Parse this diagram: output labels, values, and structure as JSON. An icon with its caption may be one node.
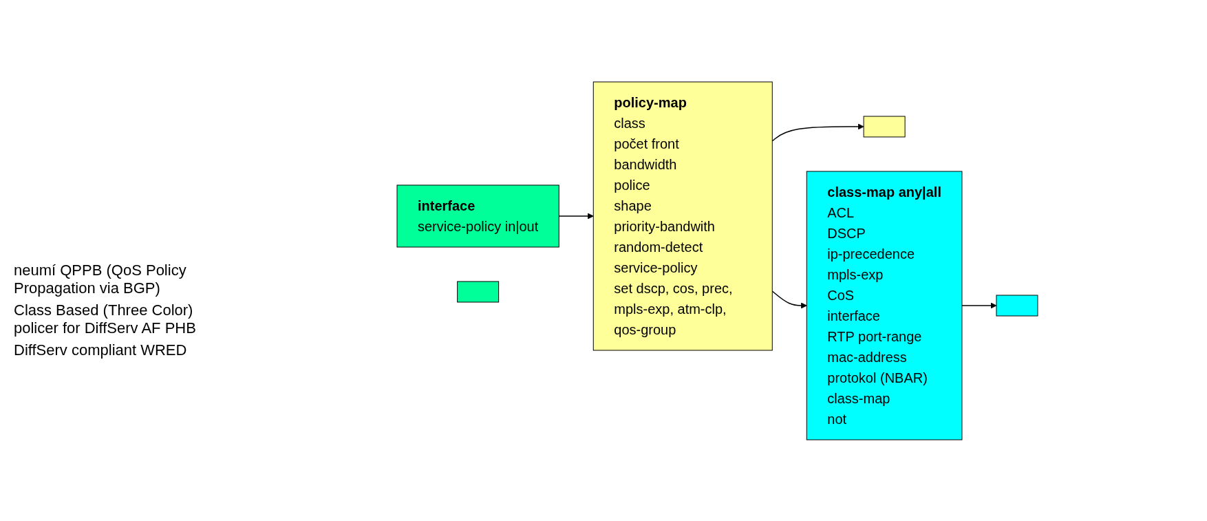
{
  "diagram": {
    "nodes": [
      {
        "text": [
          "interface",
          "service-policy in|out"
        ]
      },
      {
        "text": [],
        "shape": "box"
      },
      {
        "text": [
          "policy-map",
          "class",
          "počet front",
          "bandwidth",
          "police",
          "shape",
          "priority-bandwith",
          "random-detect",
          "service-policy",
          "set dscp, cos, prec, mpls-exp, atm-clp, qos-group"
        ]
      },
      {
        "text": [],
        "shape": "box"
      },
      {
        "text": [
          "class-map any|all",
          "ACL",
          "DSCP",
          "ip-precedence",
          "mpls-exp",
          "CoS",
          "interface",
          "RTP port-range",
          "mac-address",
          "protokol (NBAR)",
          "class-map",
          "not"
        ]
      },
      {
        "text": [],
        "shape": "box"
      }
    ],
    "edges": [
      {
        "from": 0,
        "to": 2,
        "arrow": "to"
      },
      {
        "from": 2,
        "to": 4,
        "arrow": "to"
      },
      {
        "from": 2,
        "to": 3,
        "arrow": "to"
      },
      {
        "from": 4,
        "to": 5,
        "arrow": "to"
      }
    ],
    "labels": [
      "neumí QPPB  (QoS Policy Propagation via BGP)",
      "Class Based (Three Color) policer for DiffServ AF PHB",
      "DiffServ compliant WRED"
    ]
  }
}
